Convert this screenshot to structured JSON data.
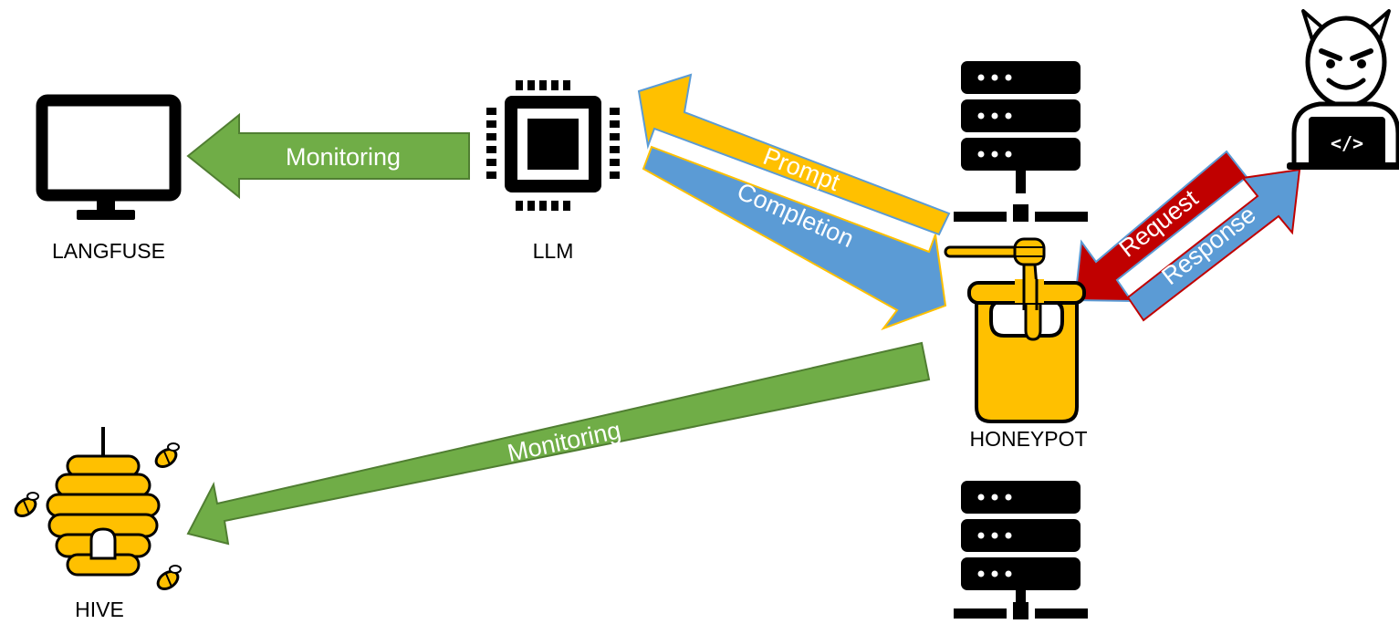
{
  "nodes": {
    "langfuse": {
      "label": "LANGFUSE",
      "icon": "monitor-icon"
    },
    "llm": {
      "label": "LLM",
      "icon": "cpu-chip-icon"
    },
    "honeypot": {
      "label": "HONEYPOT",
      "icon": "honey-pot-icon"
    },
    "hive": {
      "label": "HIVE",
      "icon": "beehive-icon"
    },
    "attacker": {
      "icon": "hacker-laptop-icon",
      "laptop_symbol": "</>"
    },
    "server_top": {
      "icon": "server-rack-icon"
    },
    "server_bottom": {
      "icon": "server-rack-icon"
    }
  },
  "arrows": {
    "monitoring_llm": {
      "label": "Monitoring",
      "from": "LLM",
      "to": "LANGFUSE",
      "color": "#70ad47"
    },
    "prompt": {
      "label": "Prompt",
      "from": "HONEYPOT",
      "to": "LLM",
      "color": "#ffc000"
    },
    "completion": {
      "label": "Completion",
      "from": "LLM",
      "to": "HONEYPOT",
      "color": "#5b9bd5"
    },
    "request": {
      "label": "Request",
      "from": "attacker",
      "to": "HONEYPOT",
      "color": "#c00000"
    },
    "response": {
      "label": "Response",
      "from": "HONEYPOT",
      "to": "attacker",
      "color": "#5b9bd5"
    },
    "monitoring_honeypot": {
      "label": "Monitoring",
      "from": "HONEYPOT",
      "to": "HIVE",
      "color": "#70ad47"
    }
  },
  "colors": {
    "honey": "#ffc000",
    "green": "#70ad47",
    "blue": "#5b9bd5",
    "red": "#c00000",
    "black": "#000000"
  }
}
